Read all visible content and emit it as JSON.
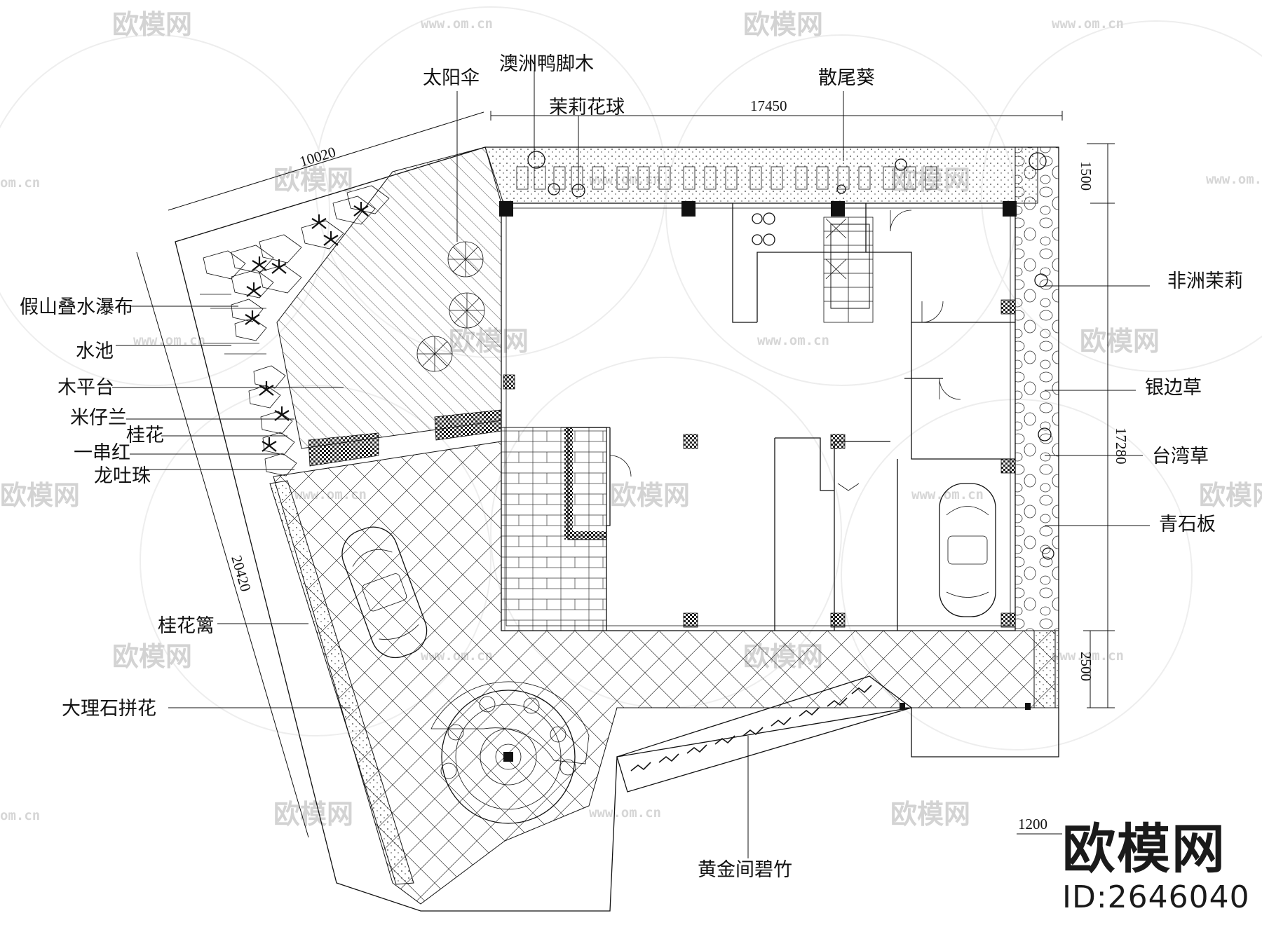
{
  "watermark": {
    "logo_text": "欧模网",
    "url_text": "www.om.cn",
    "short_url": "om.cn"
  },
  "brand": {
    "name": "欧模网",
    "id": "ID:2646040"
  },
  "dimensions": {
    "top_width": "17450",
    "diagonal_top": "10020",
    "left_side": "20420",
    "right_side": "17280",
    "top_strip": "1500",
    "bottom_strip": "2500",
    "corner": "1200"
  },
  "labels": {
    "sun_umbrella": "太阳伞",
    "aus_schefflera": "澳洲鸭脚木",
    "jasmine_ball": "茉莉花球",
    "fan_palm": "散尾葵",
    "rockery_waterfall": "假山叠水瀑布",
    "pond": "水池",
    "wood_deck": "木平台",
    "aglaia": "米仔兰",
    "osmanthus": "桂花",
    "salvia": "一串红",
    "dragon_pearl": "龙吐珠",
    "osmanthus_hedge": "桂花篱",
    "marble_mosaic": "大理石拼花",
    "golden_bamboo": "黄金间碧竹",
    "african_jasmine": "非洲茉莉",
    "silver_grass": "银边草",
    "taiwan_grass": "台湾草",
    "bluestone": "青石板"
  }
}
